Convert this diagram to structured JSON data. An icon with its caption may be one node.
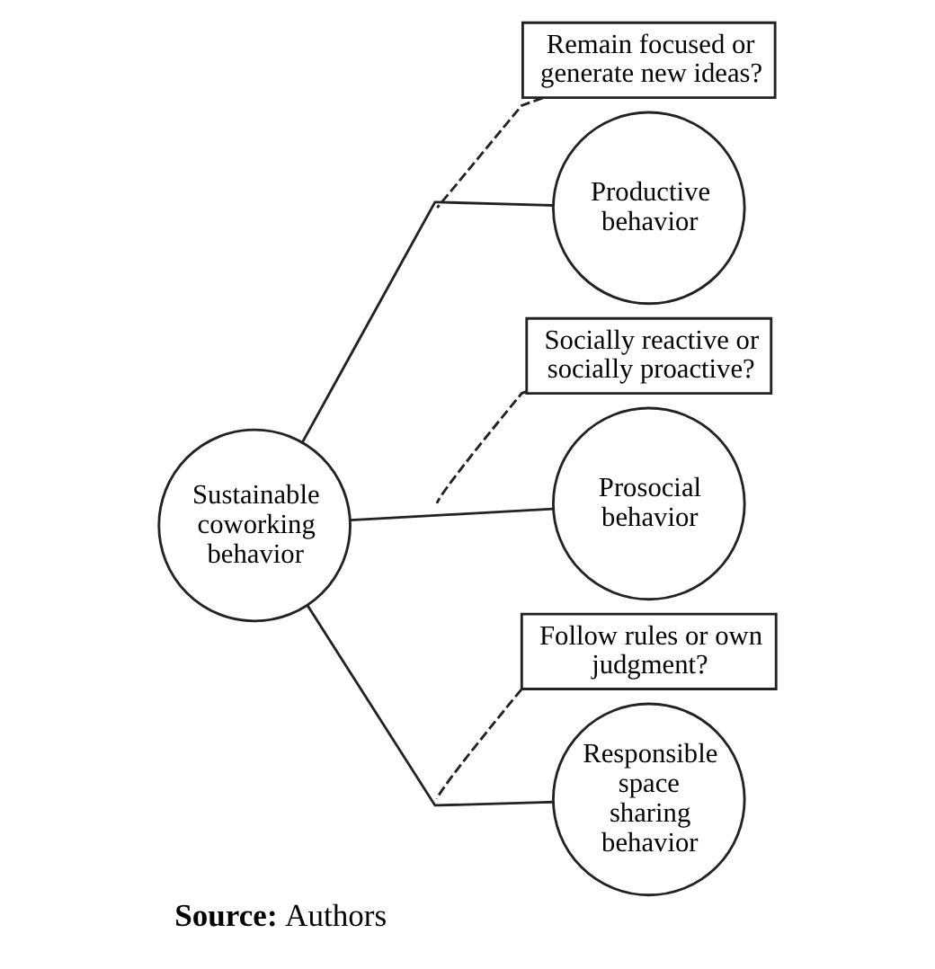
{
  "diagram": {
    "caption": "**Source:** Authors",
    "nodes": [
      {
        "text": [
          "Sustainable coworking behavior"
        ]
      },
      {
        "text": [
          "Remain focused or generate new ideas?"
        ]
      },
      {
        "text": [
          "Productive behavior"
        ]
      },
      {
        "text": [
          "Socially reactive or socially proactive?"
        ]
      },
      {
        "text": [
          "Prosocial behavior"
        ]
      },
      {
        "text": [
          "Follow rules or own judgment?"
        ]
      },
      {
        "text": [
          "Responsible space sharing behavior"
        ]
      }
    ],
    "edges": [
      {
        "from": 0,
        "to": 2,
        "arrow": "none"
      },
      {
        "from": 0,
        "to": 4,
        "arrow": "none"
      },
      {
        "from": 0,
        "to": 6,
        "arrow": "none"
      },
      {
        "from": 1,
        "to": null,
        "arrow": "none",
        "style": "dashed"
      },
      {
        "from": 3,
        "to": null,
        "arrow": "none",
        "style": "dashed"
      },
      {
        "from": 5,
        "to": null,
        "arrow": "none",
        "style": "dashed"
      }
    ]
  }
}
